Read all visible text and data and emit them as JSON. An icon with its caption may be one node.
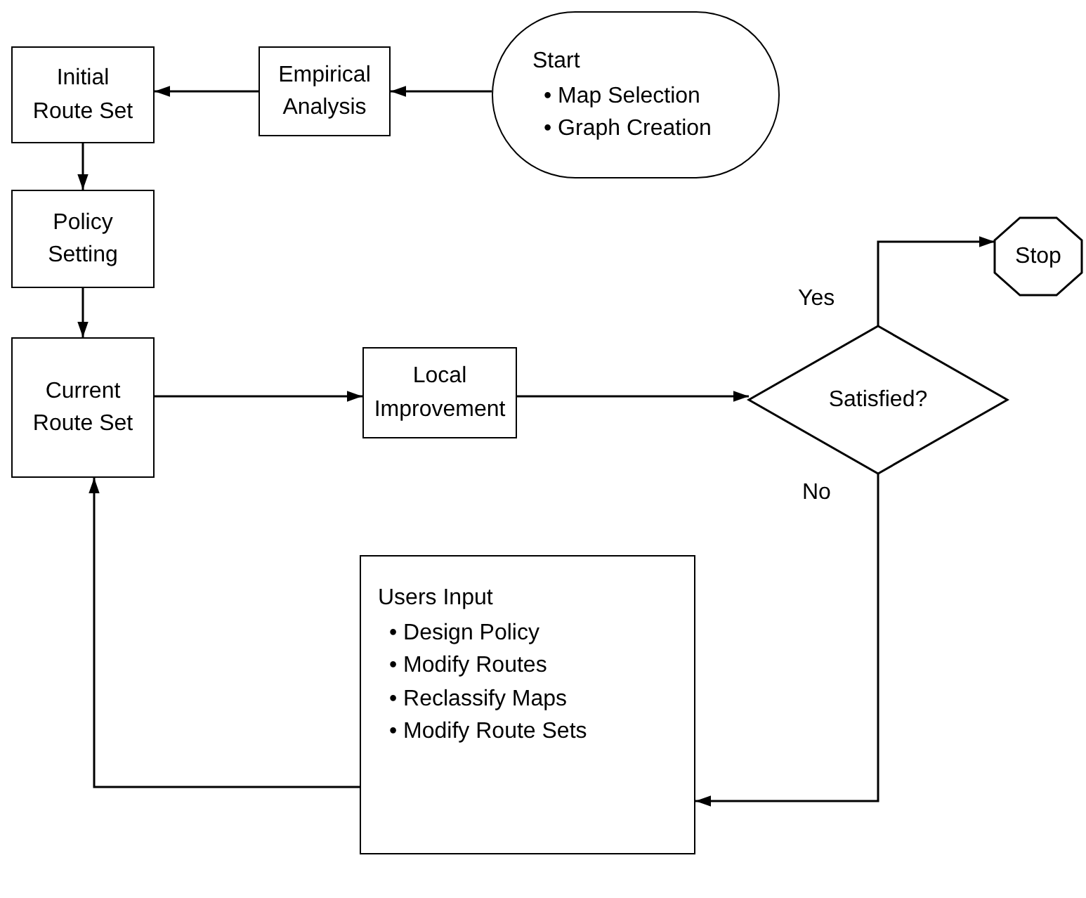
{
  "diagram": {
    "nodes": [
      {
        "text": [
          "Initial Route Set"
        ]
      },
      {
        "text": [
          "Empirical Analysis"
        ]
      },
      {
        "text": [
          "Start",
          "• Map Selection",
          "• Graph Creation"
        ]
      },
      {
        "text": [
          "Policy Setting"
        ]
      },
      {
        "text": [
          "Current Route Set"
        ]
      },
      {
        "text": [
          "Local Improvement"
        ]
      },
      {
        "text": [
          "Satisfied?"
        ]
      },
      {
        "text": [
          "Stop"
        ]
      },
      {
        "text": [
          "Users Input",
          "• Design Policy",
          "• Modify Routes",
          "• Reclassify Maps",
          "• Modify Route Sets"
        ]
      }
    ],
    "edges": [
      {
        "from": 2,
        "to": 1,
        "arrow": "to"
      },
      {
        "from": 1,
        "to": 0,
        "arrow": "to"
      },
      {
        "from": 0,
        "to": 3,
        "arrow": "to"
      },
      {
        "from": 3,
        "to": 4,
        "arrow": "to"
      },
      {
        "from": 4,
        "to": 5,
        "arrow": "to"
      },
      {
        "from": 5,
        "to": 6,
        "arrow": "to"
      },
      {
        "from": 6,
        "to": 7,
        "arrow": "to",
        "label": "Yes"
      },
      {
        "from": 6,
        "to": 8,
        "arrow": "to",
        "label": "No"
      },
      {
        "from": 8,
        "to": 4,
        "arrow": "to"
      }
    ]
  }
}
